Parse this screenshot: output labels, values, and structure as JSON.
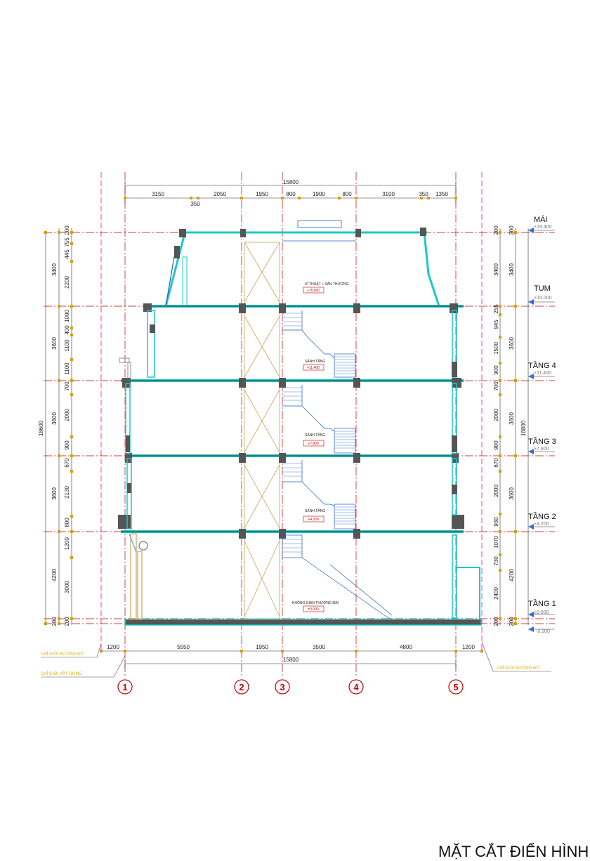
{
  "top_dims": {
    "total": "15800",
    "segments": [
      "3150",
      "2050",
      "1950",
      "800",
      "1900",
      "800",
      "3100",
      "350",
      "1350"
    ],
    "sub": "350"
  },
  "bottom_dims": {
    "segments": [
      "1200",
      "5550",
      "1950",
      "3500",
      "4800",
      "1200"
    ],
    "total": "15800"
  },
  "axes": [
    "1",
    "2",
    "3",
    "4",
    "5"
  ],
  "levels": [
    {
      "name": "MÁI",
      "elev": "+19.400"
    },
    {
      "name": "TUM",
      "elev": "+15.000"
    },
    {
      "name": "TẦNG 4",
      "elev": "+11.400"
    },
    {
      "name": "TẦNG 3",
      "elev": "+7.800"
    },
    {
      "name": "TẦNG 2",
      "elev": "+4.200"
    },
    {
      "name": "TẦNG 1",
      "elev": "±0.000"
    }
  ],
  "ground_elev": "-0.200",
  "rooms": [
    {
      "name": "KĨ THUẬT + SÂN THƯỢNG",
      "tag": "+15.000"
    },
    {
      "name": "SẢNH TẦNG",
      "tag": "+11.400"
    },
    {
      "name": "SẢNH TẦNG",
      "tag": "+7.800"
    },
    {
      "name": "SẢNH TẦNG",
      "tag": "+4.200"
    },
    {
      "name": "KHÔNG GIAN THƯƠNG MẠI",
      "tag": "±0.000"
    }
  ],
  "left_dims": {
    "total": "18600",
    "outer": [
      "3400",
      "3600",
      "3600",
      "3600",
      "4200",
      "200"
    ],
    "inner": [
      "200",
      "755",
      "445",
      "2200",
      "1000",
      "400",
      "1100",
      "1100",
      "700",
      "2000",
      "900",
      "670",
      "2130",
      "800",
      "1200",
      "3000",
      "200"
    ]
  },
  "right_dims": {
    "total": "18800",
    "outer": [
      "200",
      "3400",
      "3600",
      "3600",
      "3600",
      "4200",
      "200"
    ],
    "inner": [
      "200",
      "3400",
      "255",
      "945",
      "1500",
      "900",
      "700",
      "2000",
      "900",
      "670",
      "2000",
      "930",
      "1070",
      "730",
      "2400",
      "200"
    ]
  },
  "boundaries": {
    "road_left": "CHỈ GIỚI ĐƯỜNG ĐỎ",
    "build_left": "CHỈ GIỚI XÂY DỰNG",
    "road_right": "CHỈ GIỚI ĐƯỜNG ĐỎ"
  },
  "title": "MẶT CẮT ĐIỂN HÌNH",
  "colors": {
    "grid": "#c00000",
    "structure": "#1fc7c7",
    "wall_fill": "#555555",
    "boundary_line": "#ff33cc",
    "stair_shaft": "#c9a45a",
    "dimension": "#d4a000",
    "stair": "#1f5fc7"
  }
}
